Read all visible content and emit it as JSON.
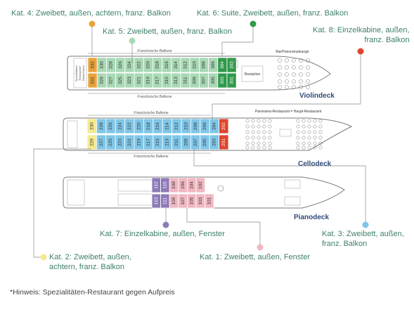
{
  "colors": {
    "kat1": "#f0b7c1",
    "kat2": "#f6ea8f",
    "kat3": "#7fc6e8",
    "kat4": "#e9a33b",
    "kat5": "#a9d9b5",
    "kat6": "#2f9a4b",
    "kat7": "#8d7bb8",
    "kat8": "#e0452f",
    "text": "#3e7f6a",
    "deck": "#2f4a78"
  },
  "legend": {
    "kat4": "Kat. 4: Zweibett, außen, achtern, franz. Balkon",
    "kat5": "Kat. 5: Zweibett, außen, franz. Balkon",
    "kat6": "Kat. 6: Suite, Zweibett, außen, franz. Balkon",
    "kat8_line1": "Kat. 8: Einzelkabine, außen,",
    "kat8_line2": "franz. Balkon",
    "kat7": "Kat. 7: Einzelkabine, außen, Fenster",
    "kat3_line1": "Kat. 3: Zweibett, außen,",
    "kat3_line2": "franz. Balkon",
    "kat2_line1": "Kat. 2: Zweibett, außen,",
    "kat2_line2": "achtern, franz. Balkon",
    "kat1": "Kat. 1: Zweibett, außen, Fenster"
  },
  "decks": {
    "violin": "Violindeck",
    "cello": "Cellodeck",
    "piano": "Pianodeck"
  },
  "labels": {
    "balkon": "Französische Balkone",
    "bar": "Bar/Panoramalounge",
    "rezeption": "Rezeption",
    "restaurant": "Panorama-Restaurant = Haupt-Restaurant",
    "spezial_line1": "Spezialitäten-",
    "spezial_line2": "Restaurant*",
    "spezial_line3": "Bistro/Tasca"
  },
  "cabins": {
    "violin_top_kat4": "332",
    "violin_top_kat5": [
      "330",
      "328",
      "326",
      "324",
      "322",
      "320",
      "318",
      "316",
      "314",
      "312",
      "310",
      "308",
      "306"
    ],
    "violin_top_kat6": [
      "304",
      "302"
    ],
    "violin_bottom_kat4": "331",
    "violin_bottom_kat5": [
      "329",
      "327",
      "325",
      "323",
      "321",
      "319",
      "317",
      "315",
      "313",
      "311",
      "309",
      "307",
      "305"
    ],
    "violin_bottom_kat6": [
      "303",
      "301"
    ],
    "cello_top_kat2": "230",
    "cello_top_kat3": [
      "228",
      "226",
      "224",
      "222",
      "220",
      "218",
      "216",
      "214",
      "212",
      "210",
      "208",
      "206",
      "204"
    ],
    "cello_top_kat8": "202",
    "cello_bottom_kat2": "229",
    "cello_bottom_kat3": [
      "227",
      "225",
      "223",
      "221",
      "219",
      "217",
      "215",
      "213",
      "211",
      "209",
      "207",
      "205",
      "203"
    ],
    "cello_bottom_kat8": "201",
    "piano_top_kat7": [
      "112",
      "110"
    ],
    "piano_top_kat1": [
      "108",
      "106",
      "104",
      "102"
    ],
    "piano_bottom_kat7": [
      "113",
      "111"
    ],
    "piano_bottom_kat1": [
      "109",
      "107",
      "105",
      "103",
      "101"
    ]
  },
  "footnote": "*Hinweis: Spezialitäten-Restaurant gegen Aufpreis"
}
